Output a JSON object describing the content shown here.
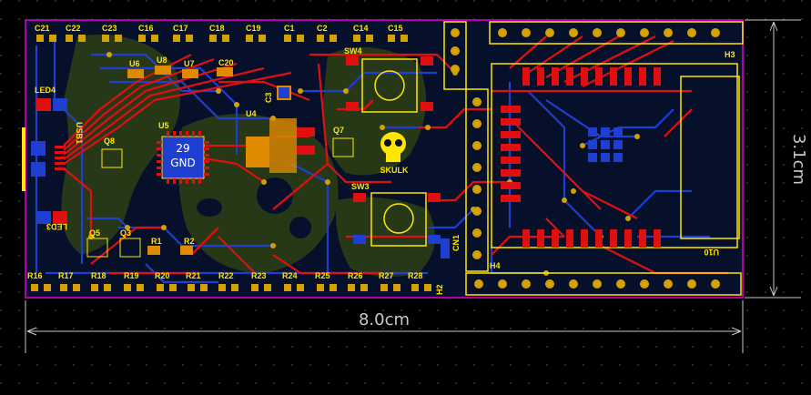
{
  "board": {
    "dimension_width": "8.0cm",
    "dimension_height": "3.1cm",
    "chip_number": "29",
    "chip_label": "GND",
    "logo_text": "SKULK"
  },
  "designators": {
    "top": [
      "C21",
      "C22",
      "C23",
      "C16",
      "C17",
      "C18",
      "C19",
      "C1",
      "C2",
      "C14",
      "C15"
    ],
    "bottom": [
      "R16",
      "R17",
      "R18",
      "R19",
      "R20",
      "R21",
      "R22",
      "R23",
      "R24",
      "R25",
      "R26",
      "R27",
      "R28"
    ],
    "misc": {
      "u6": "U6",
      "u8": "U8",
      "u7": "U7",
      "c20": "C20",
      "sw4": "SW4",
      "sw3": "SW3",
      "c3": "C3",
      "u4": "U4",
      "u5": "U5",
      "q8": "Q8",
      "q7": "Q7",
      "q5": "Q5",
      "q3": "Q3",
      "r1": "R1",
      "r2": "R2",
      "led4": "LED4",
      "led3": "LED3",
      "usb": "USB1",
      "cn1": "CN1",
      "h2": "H2",
      "h3": "H3",
      "h4": "H4",
      "u10": "U10"
    }
  },
  "colors": {
    "board_outline": "#b000b0",
    "top_copper": "#e01010",
    "bottom_copper": "#1f3fd0",
    "silkscreen": "#ffe600",
    "pad": "#d4a200",
    "ground_fill": "#2b3d16"
  }
}
